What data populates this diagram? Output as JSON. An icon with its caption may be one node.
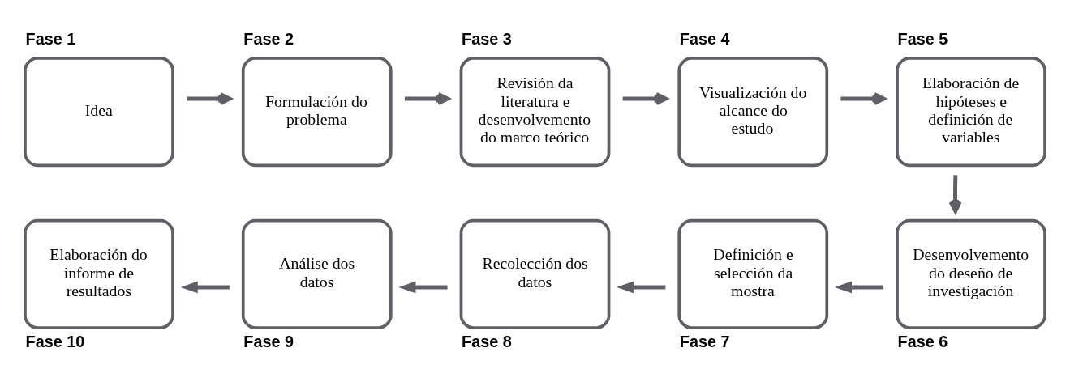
{
  "diagram": {
    "nodes": [
      {
        "text": [
          "Fase 1",
          "Idea"
        ]
      },
      {
        "text": [
          "Fase 2",
          "Formulación do problema"
        ]
      },
      {
        "text": [
          "Fase 3",
          "Revisión da literatura e desenvolvemento do marco teórico"
        ]
      },
      {
        "text": [
          "Fase 4",
          "Visualización do alcance do estudo"
        ]
      },
      {
        "text": [
          "Fase 5",
          "Elaboración de hipóteses e definición de variables"
        ]
      },
      {
        "text": [
          "Desenvolvemento do deseño de investigación",
          "Fase 6"
        ]
      },
      {
        "text": [
          "Definición e selección da mostra",
          "Fase 7"
        ]
      },
      {
        "text": [
          "Recolección dos datos",
          "Fase 8"
        ]
      },
      {
        "text": [
          "Análise dos datos",
          "Fase 9"
        ]
      },
      {
        "text": [
          "Elaboración do informe de resultados",
          "Fase 10"
        ]
      }
    ],
    "edges": [
      {
        "from": 0,
        "to": 1,
        "arrow": "to"
      },
      {
        "from": 1,
        "to": 2,
        "arrow": "to"
      },
      {
        "from": 2,
        "to": 3,
        "arrow": "to"
      },
      {
        "from": 3,
        "to": 4,
        "arrow": "to"
      },
      {
        "from": 4,
        "to": 5,
        "arrow": "to"
      },
      {
        "from": 5,
        "to": 6,
        "arrow": "to"
      },
      {
        "from": 6,
        "to": 7,
        "arrow": "to"
      },
      {
        "from": 7,
        "to": 8,
        "arrow": "to"
      },
      {
        "from": 8,
        "to": 9,
        "arrow": "to"
      }
    ]
  }
}
